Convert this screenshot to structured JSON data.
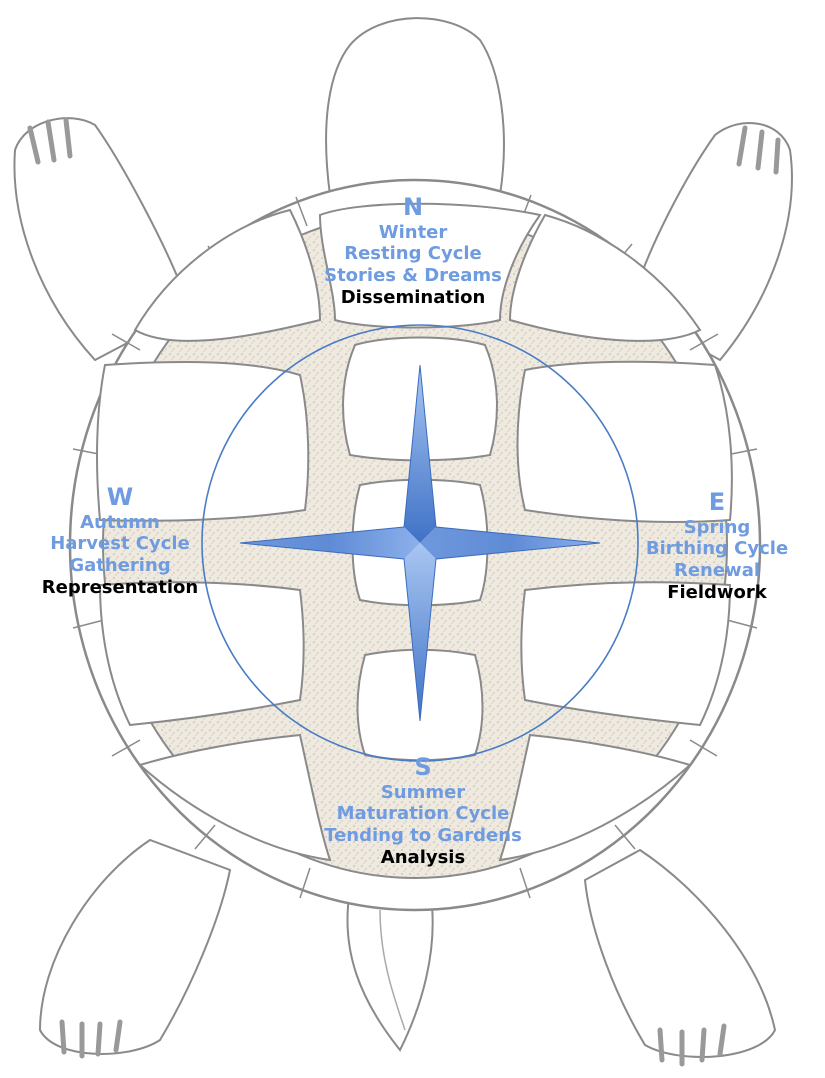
{
  "colors": {
    "label_blue": "#6f9be0",
    "label_black": "#000000",
    "outline": "#8a8a8a",
    "ring": "#4a7cc4",
    "star_light": "#a9c6f2",
    "star_dark": "#3f72c6",
    "speckle": "#e9e4d6"
  },
  "north": {
    "letter": "N",
    "season": "Winter",
    "cycle": "Resting Cycle",
    "activity": "Stories & Dreams",
    "phase": "Dissemination"
  },
  "west": {
    "letter": "W",
    "season": "Autumn",
    "cycle": "Harvest Cycle",
    "activity": "Gathering",
    "phase": "Representation"
  },
  "east": {
    "letter": "E",
    "season": "Spring",
    "cycle": "Birthing Cycle",
    "activity": "Renewal",
    "phase": "Fieldwork"
  },
  "south": {
    "letter": "S",
    "season": "Summer",
    "cycle": "Maturation Cycle",
    "activity": "Tending to Gardens",
    "phase": "Analysis"
  }
}
